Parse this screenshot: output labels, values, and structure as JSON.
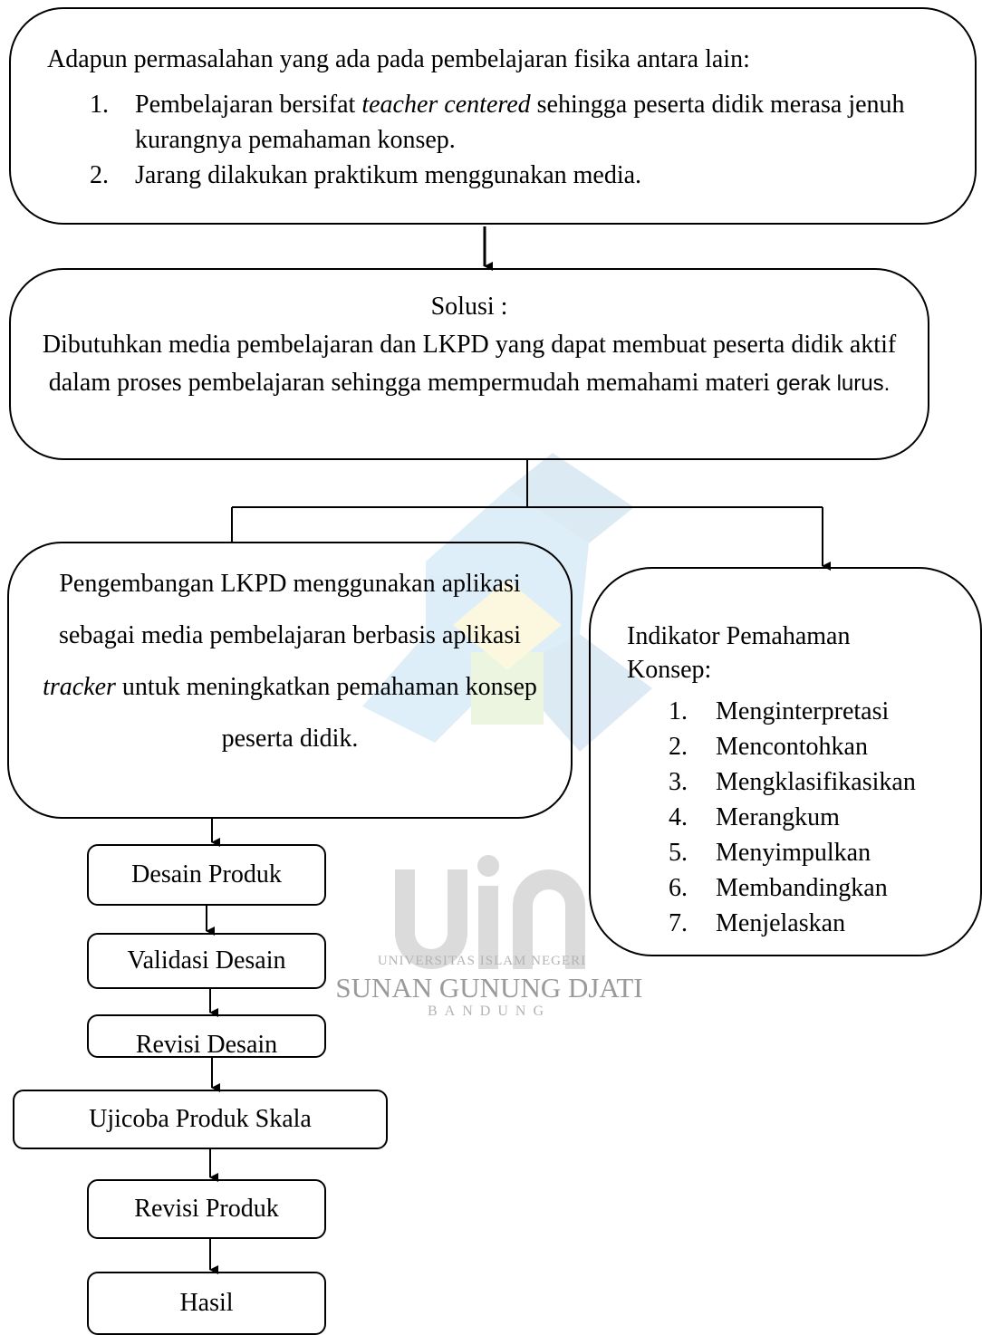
{
  "watermark": {
    "logo_text": "uin",
    "line1": "UNIVERSITAS ISLAM NEGERI",
    "line2": "SUNAN GUNUNG DJATI",
    "line3": "BANDUNG"
  },
  "problem_box": {
    "intro": "Adapun permasalahan yang ada pada pembelajaran fisika antara lain:",
    "items": [
      {
        "num": "1.",
        "before": "Pembelajaran bersifat ",
        "italic": "teacher centered",
        "after": " sehingga peserta didik merasa jenuh kurangnya pemahaman konsep."
      },
      {
        "num": "2.",
        "text": "Jarang dilakukan praktikum menggunakan media."
      }
    ]
  },
  "solution_box": {
    "title": "Solusi :",
    "text": "Dibutuhkan media pembelajaran dan LKPD yang dapat membuat peserta didik aktif dalam proses pembelajaran sehingga mempermudah memahami materi",
    "text_tail": "gerak lurus."
  },
  "development_box": {
    "before": "Pengembangan LKPD menggunakan aplikasi sebagai media pembelajaran berbasis aplikasi ",
    "italic": "tracker",
    "after": " untuk meningkatkan pemahaman konsep peserta didik."
  },
  "indicator_box": {
    "title": "Indikator Pemahaman Konsep:",
    "items": [
      {
        "num": "1.",
        "label": "Menginterpretasi"
      },
      {
        "num": "2.",
        "label": "Mencontohkan"
      },
      {
        "num": "3.",
        "label": "Mengklasifikasikan"
      },
      {
        "num": "4.",
        "label": "Merangkum"
      },
      {
        "num": "5.",
        "label": "Menyimpulkan"
      },
      {
        "num": "6.",
        "label": "Membandingkan"
      },
      {
        "num": "7.",
        "label": "Menjelaskan"
      }
    ]
  },
  "steps": {
    "desain_produk": "Desain Produk",
    "validasi_desain": "Validasi Desain",
    "revisi_desain": "Revisi Desain",
    "ujicoba": "Ujicoba Produk Skala",
    "revisi_produk": "Revisi Produk",
    "hasil": "Hasil"
  }
}
